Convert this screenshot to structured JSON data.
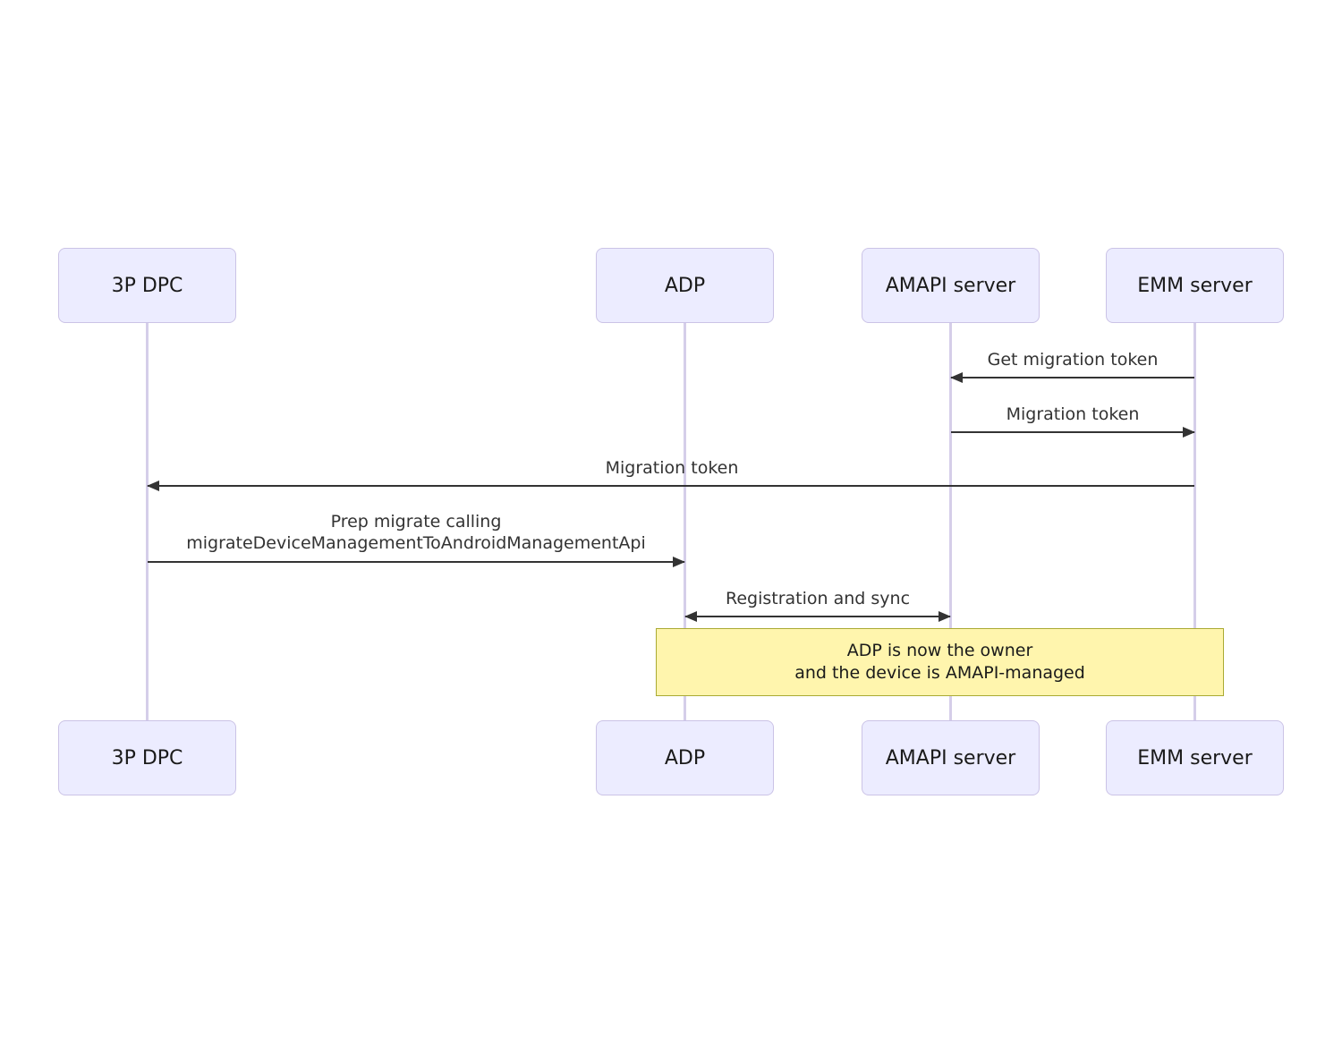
{
  "diagram": {
    "kind": "sequence-diagram",
    "actors": [
      {
        "id": "3p-dpc",
        "name": "3P DPC"
      },
      {
        "id": "adp",
        "name": "ADP"
      },
      {
        "id": "amapi-server",
        "name": "AMAPI server"
      },
      {
        "id": "emm-server",
        "name": "EMM server"
      }
    ],
    "messages": [
      {
        "label": "Get migration token",
        "from": "EMM server",
        "to": "AMAPI server",
        "direction": "left"
      },
      {
        "label": "Migration token",
        "from": "AMAPI server",
        "to": "EMM server",
        "direction": "right"
      },
      {
        "label": "Migration token",
        "from": "EMM server",
        "to": "3P DPC",
        "direction": "left"
      },
      {
        "label": "Prep migrate calling\nmigrateDeviceManagementToAndroidManagementApi",
        "from": "3P DPC",
        "to": "ADP",
        "direction": "right"
      },
      {
        "label": "Registration and sync",
        "from": "ADP",
        "to": "AMAPI server",
        "direction": "both"
      }
    ],
    "note": {
      "line1": "ADP is now the owner",
      "line2": "and the device is AMAPI-managed",
      "over": "ADP to EMM server"
    },
    "colors": {
      "actor_fill": "#ECECFF",
      "actor_border": "#CBC3E6",
      "lifeline": "#D5CEE9",
      "arrow": "#333333",
      "text": "#333333",
      "note_fill": "#FFF5AD",
      "note_border": "#AAAA33",
      "background": "#FFFFFF"
    }
  }
}
